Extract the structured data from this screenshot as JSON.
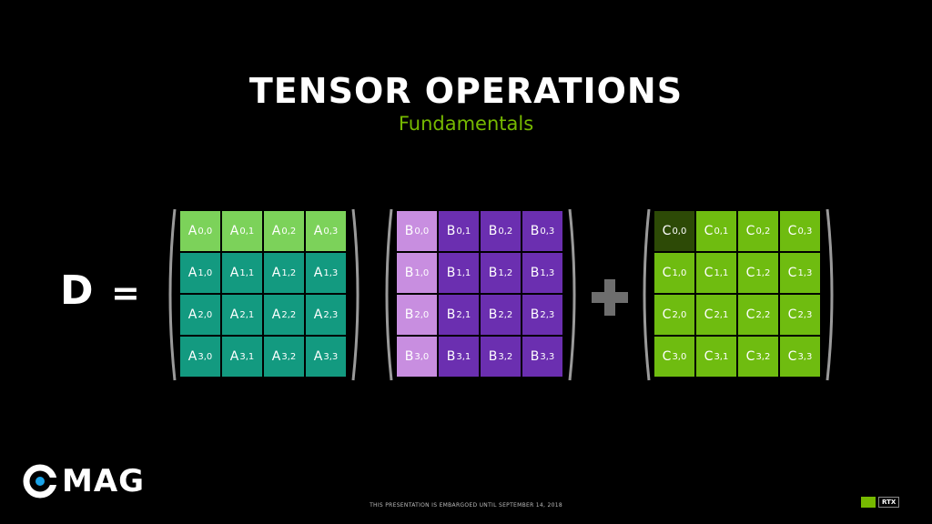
{
  "title": "TENSOR OPERATIONS",
  "subtitle": "Fundamentals",
  "lhs": "D",
  "equals": "=",
  "plus": "+",
  "colors": {
    "accent_green": "#76b900",
    "a_top": "#7cd25a",
    "a_rest": "#139a80",
    "b_first_col": "#c88ee0",
    "b_rest": "#6b2fb0",
    "c_first": "#2d4a06",
    "c_rest": "#6fbc10",
    "plus_gray": "#6e6e6e"
  },
  "matrices": {
    "A": {
      "letter": "A",
      "cells": [
        [
          "0,0",
          "0,1",
          "0,2",
          "0,3"
        ],
        [
          "1,0",
          "1,1",
          "1,2",
          "1,3"
        ],
        [
          "2,0",
          "2,1",
          "2,2",
          "2,3"
        ],
        [
          "3,0",
          "3,1",
          "3,2",
          "3,3"
        ]
      ]
    },
    "B": {
      "letter": "B",
      "cells": [
        [
          "0,0",
          "0,1",
          "0,2",
          "0,3"
        ],
        [
          "1,0",
          "1,1",
          "1,2",
          "1,3"
        ],
        [
          "2,0",
          "2,1",
          "2,2",
          "2,3"
        ],
        [
          "3,0",
          "3,1",
          "3,2",
          "3,3"
        ]
      ]
    },
    "C": {
      "letter": "C",
      "cells": [
        [
          "0,0",
          "0,1",
          "0,2",
          "0,3"
        ],
        [
          "1,0",
          "1,1",
          "1,2",
          "1,3"
        ],
        [
          "2,0",
          "2,1",
          "2,2",
          "2,3"
        ],
        [
          "3,0",
          "3,1",
          "3,2",
          "3,3"
        ]
      ]
    }
  },
  "watermark": "MAG",
  "footer": "THIS PRESENTATION IS EMBARGOED UNTIL SEPTEMBER 14, 2018",
  "badge": "RTX",
  "icons": {
    "logo": "cmag-logo-icon",
    "badge": "nvidia-rtx-badge-icon",
    "plus": "plus-icon"
  }
}
